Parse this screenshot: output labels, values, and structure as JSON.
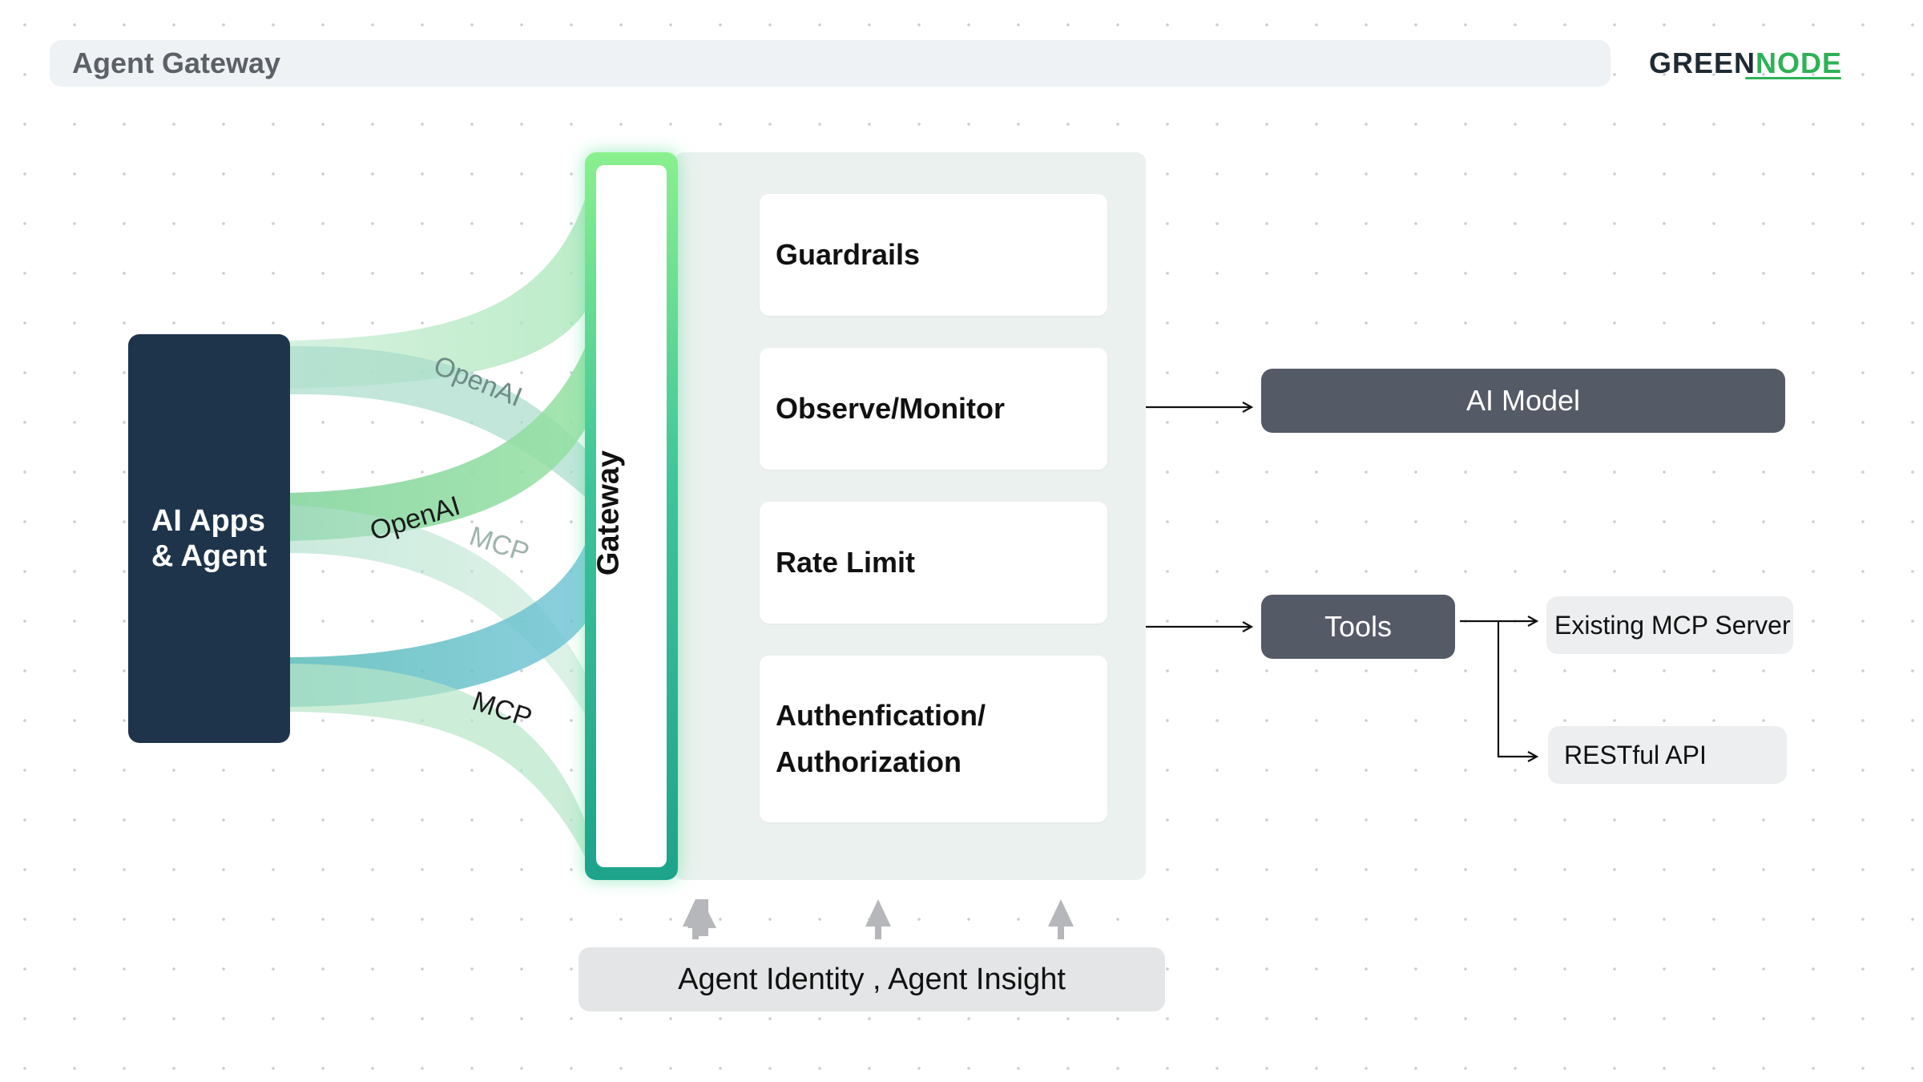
{
  "header": {
    "title": "Agent Gateway",
    "logo_prefix": "GREEN",
    "logo_suffix": "NODE"
  },
  "apps": {
    "line1": "AI Apps",
    "line2": "& Agent"
  },
  "flows": [
    {
      "label": "OpenAI",
      "color": "#9fd9c6"
    },
    {
      "label": "OpenAI",
      "color": "#7fd39a"
    },
    {
      "label": "MCP",
      "color": "#a8dcc6"
    },
    {
      "label": "MCP",
      "color": "#4cb5b8"
    }
  ],
  "gateway": {
    "label": "Gateway"
  },
  "modules": [
    {
      "label": "Guardrails"
    },
    {
      "label": "Observe/Monitor"
    },
    {
      "label": "Rate Limit"
    },
    {
      "label": "Authenfication/\nAuthorization"
    }
  ],
  "targets": {
    "model": "AI Model",
    "tools": "Tools",
    "mcp_server": "Existing MCP Server",
    "rest_api": "RESTful API"
  },
  "bottom": {
    "label": "Agent Identity , Agent Insight"
  },
  "colors": {
    "brand_green": "#2fb157",
    "navy": "#1e344b",
    "slate": "#545a66"
  }
}
